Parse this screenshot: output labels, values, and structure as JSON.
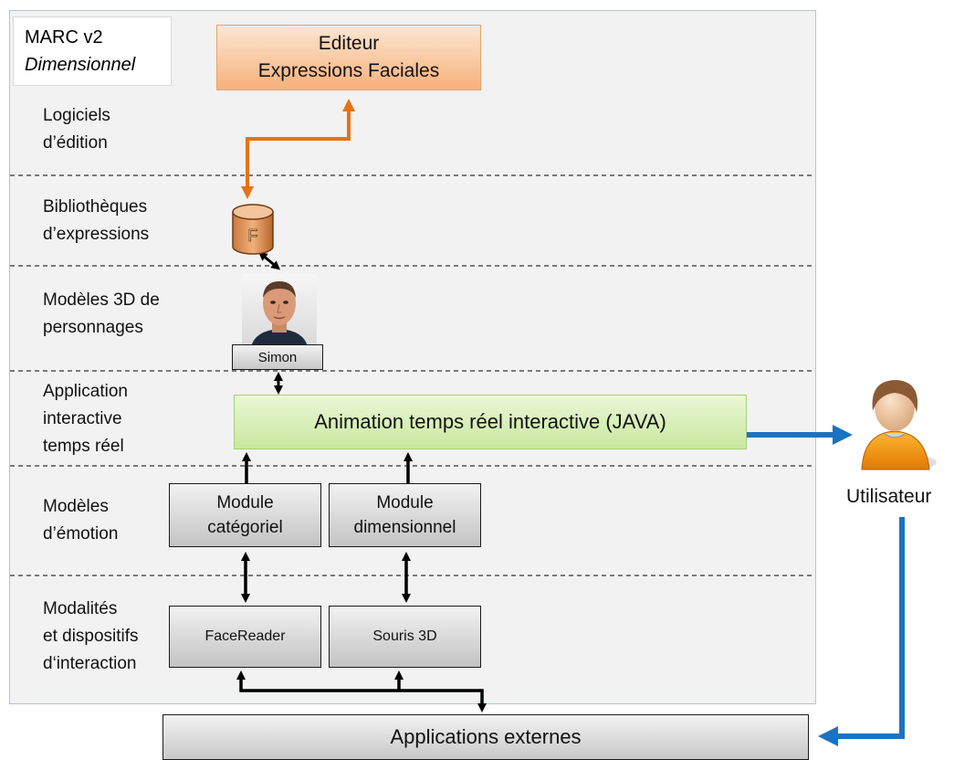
{
  "title": {
    "line1": "MARC v2",
    "line2": "Dimensionnel"
  },
  "layers": [
    {
      "name": "layer-label-edition",
      "line1": "Logiciels",
      "line2": "d’édition"
    },
    {
      "name": "layer-label-bibliotheques",
      "line1": "Bibliothèques",
      "line2": "d’expressions"
    },
    {
      "name": "layer-label-modeles-3d",
      "line1": "Modèles 3D de",
      "line2": "personnages"
    },
    {
      "name": "layer-label-application",
      "line1": "Application",
      "line2": "interactive",
      "line3": "temps réel"
    },
    {
      "name": "layer-label-emotion",
      "line1": "Modèles",
      "line2": "d’émotion"
    },
    {
      "name": "layer-label-modalites",
      "line1": "Modalités",
      "line2": "et dispositifs",
      "line3": "d‘interaction"
    }
  ],
  "editor": {
    "line1": "Editeur",
    "line2": "Expressions Faciales"
  },
  "library": {
    "letter": "F"
  },
  "character": {
    "name": "Simon"
  },
  "animation": {
    "label": "Animation temps réel interactive (JAVA)"
  },
  "modules": {
    "categorical": {
      "line1": "Module",
      "line2": "catégoriel"
    },
    "dimensional": {
      "line1": "Module",
      "line2": "dimensionnel"
    }
  },
  "devices": {
    "facereader": "FaceReader",
    "mouse3d": "Souris 3D"
  },
  "user": {
    "label": "Utilisateur"
  },
  "external": {
    "label": "Applications externes"
  },
  "colors": {
    "orange_arrow": "#e47313",
    "blue_arrow": "#1b72c0",
    "panel_bg": "#f2f2f2",
    "editor_fill": "#f6b17a",
    "animation_fill": "#c9e89e"
  }
}
